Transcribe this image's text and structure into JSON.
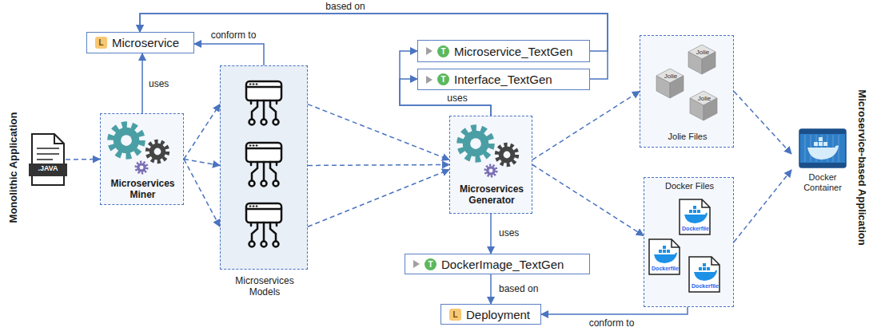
{
  "diagram": {
    "nodes": [
      {
        "text": [
          "L",
          "Microservice"
        ]
      },
      {
        "text": [
          ".JAVA"
        ]
      },
      {
        "text": [
          "Microservices Miner"
        ]
      },
      {
        "text": [
          "Microservices Models"
        ]
      },
      {
        "text": [
          "T",
          "Microservice_TextGen"
        ]
      },
      {
        "text": [
          "T",
          "Interface_TextGen"
        ]
      },
      {
        "text": [
          "Microservices Generator"
        ]
      },
      {
        "text": [
          "Jolie",
          "Jolie",
          "Jolie",
          "Jolie Files"
        ]
      },
      {
        "text": [
          "Docker Files",
          "Dockerfile",
          "Dockerfile",
          "Dockerfile"
        ]
      },
      {
        "text": [
          "Docker Container"
        ]
      },
      {
        "text": [
          "T",
          "DockerImage_TextGen"
        ]
      },
      {
        "text": [
          "L",
          "Deployment"
        ]
      }
    ],
    "edges": [
      {
        "from": 1,
        "to": 2,
        "arrow": "to"
      },
      {
        "from": 2,
        "to": 0,
        "arrow": "to",
        "label": "uses"
      },
      {
        "from": 2,
        "to": 3,
        "arrow": "to"
      },
      {
        "from": 2,
        "to": 3,
        "arrow": "to"
      },
      {
        "from": 2,
        "to": 3,
        "arrow": "to"
      },
      {
        "from": 3,
        "to": 0,
        "arrow": "to",
        "label": "conform to"
      },
      {
        "from": 3,
        "to": 6,
        "arrow": "to"
      },
      {
        "from": 3,
        "to": 6,
        "arrow": "to"
      },
      {
        "from": 3,
        "to": 6,
        "arrow": "to"
      },
      {
        "from": 6,
        "to": 4,
        "arrow": "to",
        "label": "uses"
      },
      {
        "from": 6,
        "to": 5,
        "arrow": "to"
      },
      {
        "from": 4,
        "to": 0,
        "arrow": "to",
        "label": "based on"
      },
      {
        "from": 5,
        "to": 0,
        "arrow": "to"
      },
      {
        "from": 6,
        "to": 7,
        "arrow": "to"
      },
      {
        "from": 6,
        "to": 8,
        "arrow": "to"
      },
      {
        "from": 7,
        "to": 9,
        "arrow": "to"
      },
      {
        "from": 8,
        "to": 9,
        "arrow": "to"
      },
      {
        "from": 6,
        "to": 10,
        "arrow": "to",
        "label": "uses"
      },
      {
        "from": 10,
        "to": 11,
        "arrow": "to",
        "label": "based on"
      },
      {
        "from": 8,
        "to": 11,
        "arrow": "to",
        "label": "conform to"
      }
    ],
    "labels": [
      "Monolithic Application",
      "Microservice-based Application"
    ]
  }
}
